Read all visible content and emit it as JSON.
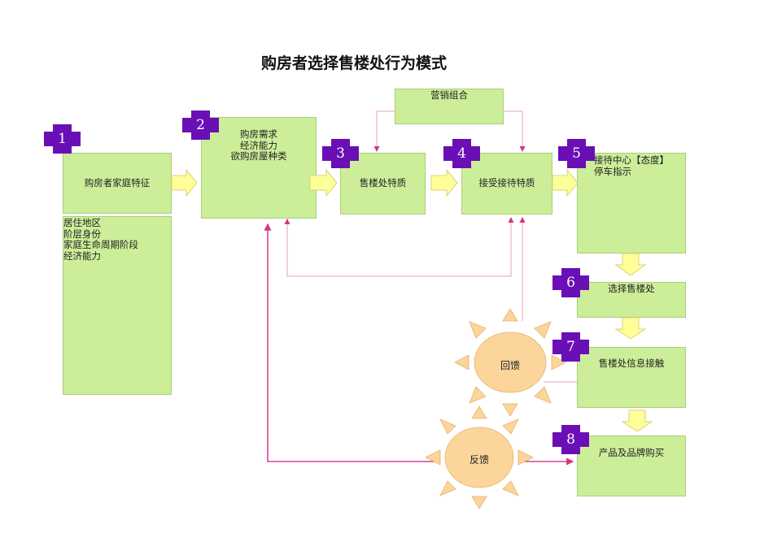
{
  "title": "购房者选择售楼处行为模式",
  "boxes": {
    "family_features": "购房者家庭特征",
    "family_details": [
      "居住地区",
      "阶层身份",
      "家庭生命周期阶段",
      "经济能力"
    ],
    "needs": [
      "购房需求",
      "经济能力",
      "欲购房屋种类"
    ],
    "marketing_mix": "营销组合",
    "sales_office_quality": "售楼处特质",
    "reception_quality": "接受接待特质",
    "reception_center": [
      "接待中心【态度】",
      "停车指示"
    ],
    "choose_sales_office": "选择售楼处",
    "info_contact": "售楼处信息接触",
    "purchase": "产品及品牌购买"
  },
  "badges": [
    "1",
    "2",
    "3",
    "4",
    "5",
    "6",
    "7",
    "8"
  ],
  "suns": {
    "return_feedback": "回馈",
    "feedback": "反馈"
  },
  "colors": {
    "box_fill": "#ccee99",
    "badge": "#6a0fb5",
    "arrow_fill": "#ffff99",
    "sun": "#fbd59a",
    "line": "#e0779a"
  }
}
